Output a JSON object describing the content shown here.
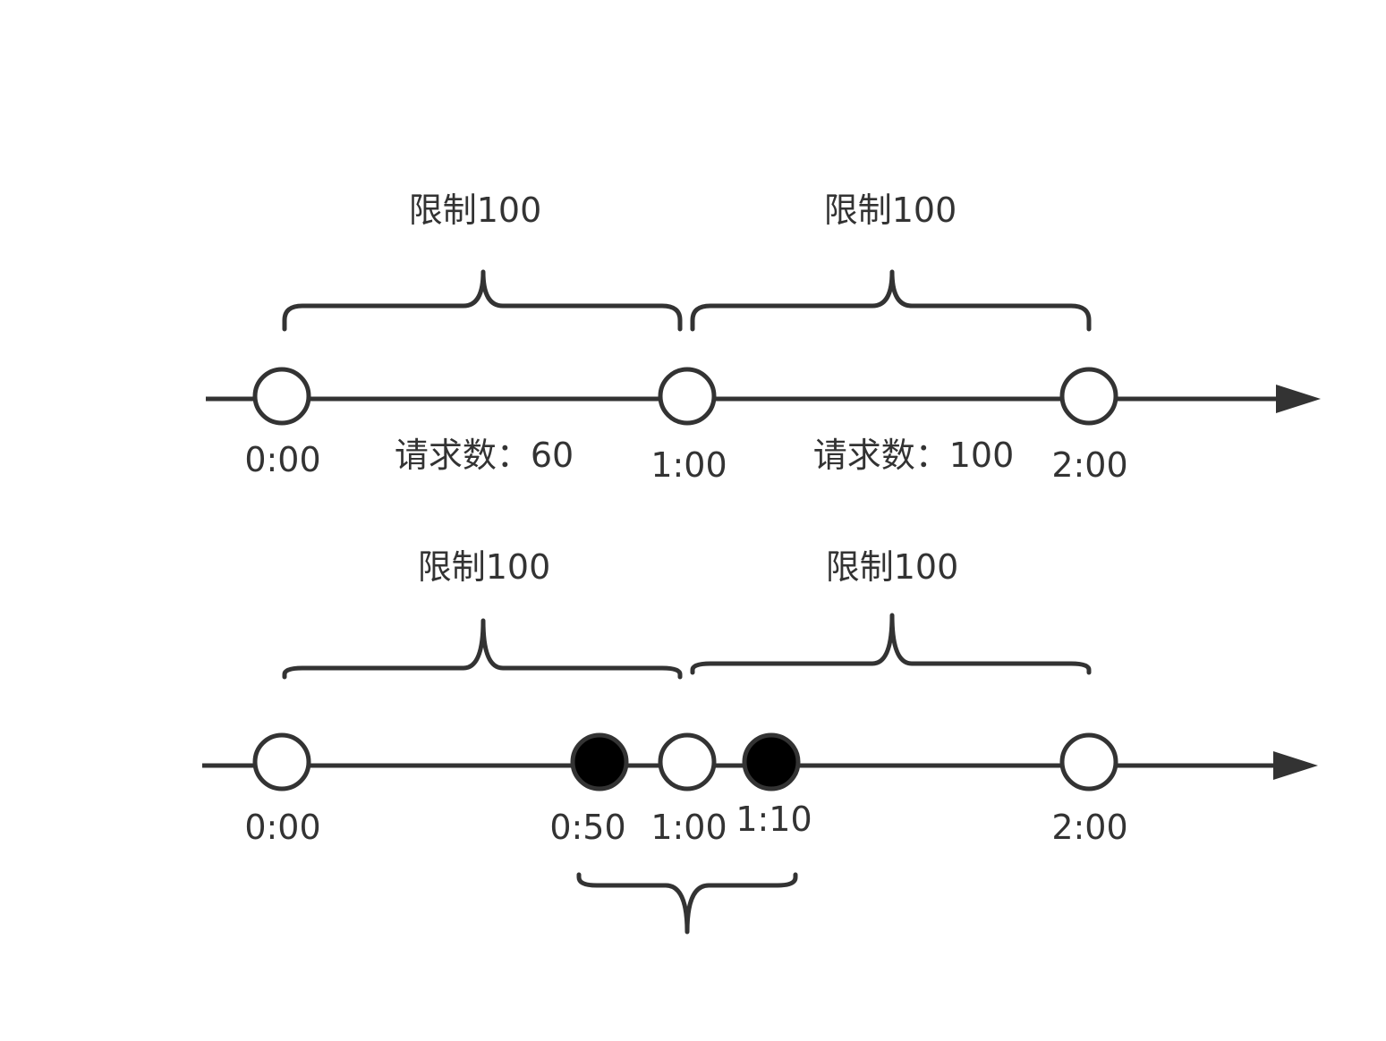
{
  "top_timeline": {
    "ticks": [
      {
        "label": "0:00",
        "style": "open"
      },
      {
        "label": "1:00",
        "style": "open"
      },
      {
        "label": "2:00",
        "style": "open"
      }
    ],
    "windows": [
      {
        "label": "限制100"
      },
      {
        "label": "限制100"
      }
    ],
    "segment_notes": [
      {
        "text": "请求数：60"
      },
      {
        "text": "请求数：100"
      }
    ]
  },
  "bottom_timeline": {
    "ticks": [
      {
        "label": "0:00",
        "style": "open"
      },
      {
        "label": "0:50",
        "style": "filled"
      },
      {
        "label": "1:00",
        "style": "open"
      },
      {
        "label": "1:10",
        "style": "filled"
      },
      {
        "label": "2:00",
        "style": "open"
      }
    ],
    "windows": [
      {
        "label": "限制100"
      },
      {
        "label": "限制100"
      }
    ]
  },
  "colors": {
    "stroke": "#333333",
    "filled_node": "#000000",
    "open_node": "#ffffff",
    "background": "#ffffff"
  }
}
